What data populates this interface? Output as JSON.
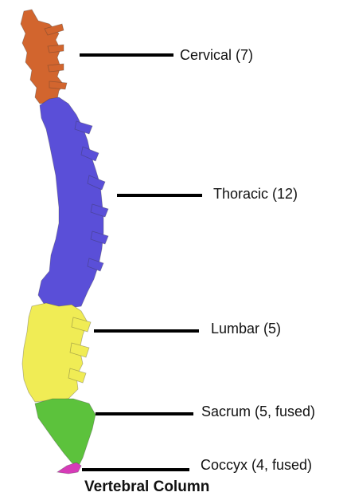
{
  "title": "Vertebral Column",
  "regions": [
    {
      "id": "cervical",
      "label": "Cervical (7)",
      "color": "#d2652e"
    },
    {
      "id": "thoracic",
      "label": "Thoracic (12)",
      "color": "#5a4fd8"
    },
    {
      "id": "lumbar",
      "label": "Lumbar (5)",
      "color": "#f0ec55"
    },
    {
      "id": "sacrum",
      "label": "Sacrum (5, fused)",
      "color": "#5cc23c"
    },
    {
      "id": "coccyx",
      "label": "Coccyx (4, fused)",
      "color": "#d63bb8"
    }
  ]
}
